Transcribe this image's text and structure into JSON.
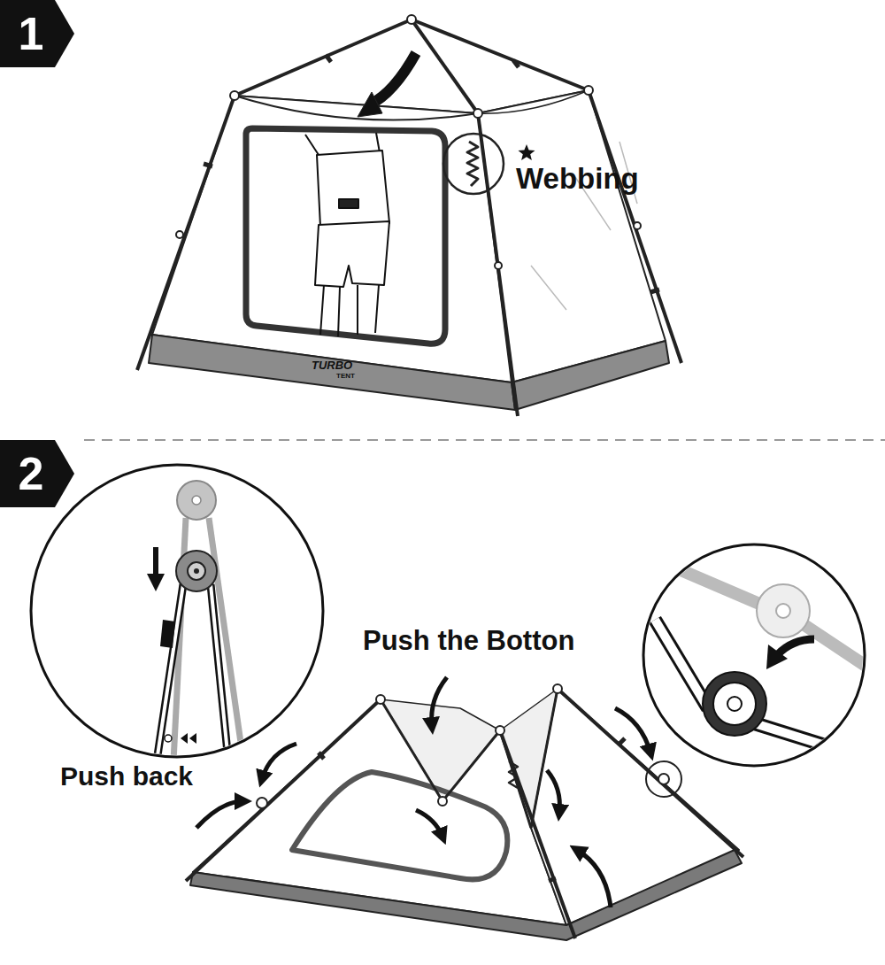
{
  "diagram": {
    "nodes": [
      {
        "text": [
          "1"
        ]
      },
      {
        "text": [
          "2"
        ]
      }
    ],
    "labels": [
      "Webbing",
      "Push the Botton",
      "Push back",
      "TURBO",
      "TENT"
    ]
  }
}
